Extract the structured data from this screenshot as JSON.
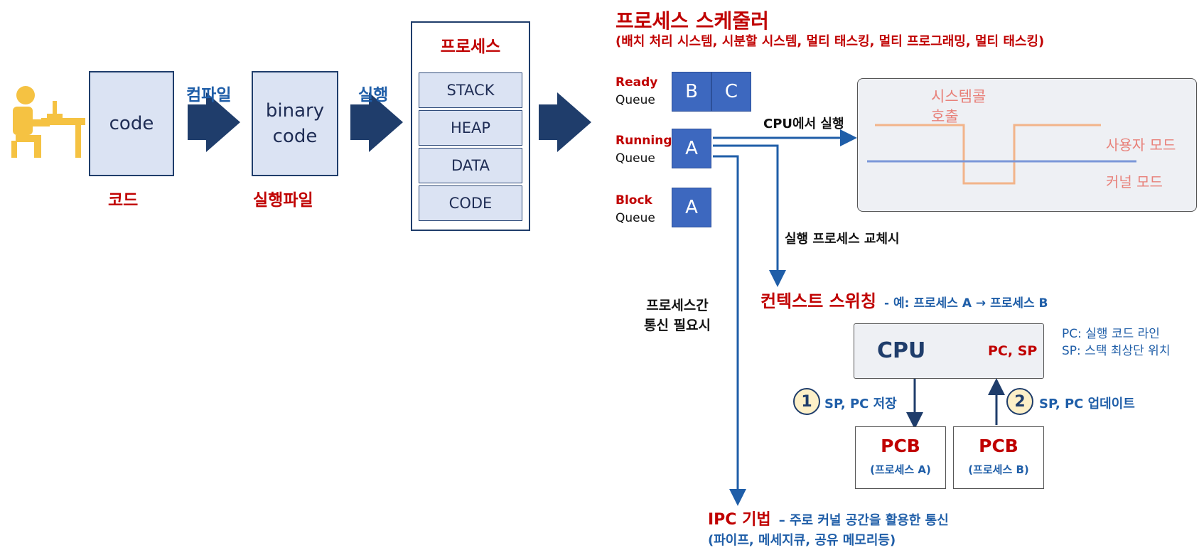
{
  "colors": {
    "red": "#c00000",
    "blue": "#1f5ea8",
    "box_fill": "#dbe3f3",
    "arrow": "#1f3d6b",
    "queue": "#3d68bf",
    "person": "#f5c242"
  },
  "left": {
    "code_box": "code",
    "code_label": "코드",
    "compile_label": "컴파일",
    "binary_box_line1": "binary",
    "binary_box_line2": "code",
    "binary_label": "실행파일",
    "run_label": "실행",
    "process_title": "프로세스",
    "segments": [
      "STACK",
      "HEAP",
      "DATA",
      "CODE"
    ]
  },
  "scheduler": {
    "title": "프로세스 스케줄러",
    "subtitle": "(배치 처리 시스템, 시분할 시스템, 멀티 태스킹, 멀티 프로그래밍, 멀티 태스킹)",
    "ready_label": "Ready",
    "ready_queue": "Queue",
    "ready_items": [
      "B",
      "C"
    ],
    "running_label": "Running",
    "running_queue": "Queue",
    "running_item": "A",
    "block_label": "Block",
    "block_queue": "Queue",
    "block_item": "A"
  },
  "mode": {
    "cpu_exec": "CPU에서 실행",
    "syscall_line1": "시스템콜",
    "syscall_line2": "호출",
    "user_mode": "사용자 모드",
    "kernel_mode": "커널 모드"
  },
  "switch": {
    "replace_label": "실행 프로세스 교체시",
    "title": "컨텍스트 스위칭",
    "example": "- 예: 프로세스 A → 프로세스 B",
    "cpu": "CPU",
    "pc_sp": "PC, SP",
    "note_pc": "PC: 실행 코드 라인",
    "note_sp": "SP: 스택 최상단 위치",
    "step1_num": "1",
    "step1": "SP, PC 저장",
    "step2_num": "2",
    "step2": "SP, PC 업데이트",
    "pcb_a_title": "PCB",
    "pcb_a_sub": "(프로세스 A)",
    "pcb_b_title": "PCB",
    "pcb_b_sub": "(프로세스 B)"
  },
  "ipc": {
    "need_line1": "프로세스간",
    "need_line2": "통신 필요시",
    "title": "IPC 기법",
    "desc": "– 주로 커널 공간을 활용한 통신",
    "sub": "(파이프, 메세지큐, 공유 메모리등)"
  }
}
